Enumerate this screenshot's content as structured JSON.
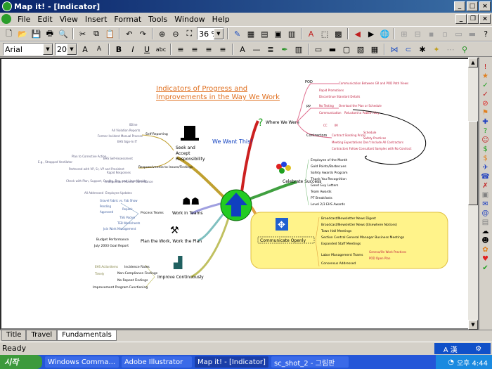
{
  "window": {
    "title": "Map it! - [Indicator]"
  },
  "menu": [
    "File",
    "Edit",
    "View",
    "Insert",
    "Format",
    "Tools",
    "Window",
    "Help"
  ],
  "toolbar": {
    "zoom": "36 %",
    "font": "Arial",
    "size": "20"
  },
  "map": {
    "title_line1": "Indicators of Progress and",
    "title_line2": "Improvements in the Way We Work",
    "center_label": "We Want This!",
    "branches": {
      "where": "Where We Were",
      "celebrate": "Celebrate Success",
      "communicate": "Communicate Openly",
      "seek": [
        "Seek and",
        "Accept",
        "Responsibility"
      ],
      "teams": "Work in Teams",
      "plan": "Plan the Work, Work the Plan",
      "improve": "Improve Continuously"
    },
    "where_subs": [
      "POD",
      "PP",
      "Contractors"
    ],
    "where_pod_items": [
      "Communication Between GR and POD Path Views"
    ],
    "where_pp_items": [
      "Rapid Promotions",
      "Discontinue Standard Details",
      "No Testing",
      "Overload the Plan or Schedule",
      "Communication",
      "Reluctant to Publish Way"
    ],
    "where_pp_tags": [
      "CC",
      "IM"
    ],
    "where_contractor_items": [
      "Contract Slashing Pricks",
      "Meeting Expectations Don't Include All Contractors",
      "Contractors Follow Consultant Samples with No Contract"
    ],
    "where_contractor_tags": [
      "Schedule",
      "Safety Practices"
    ],
    "celebrate_items": [
      "Employee of the Month",
      "Gold Points/Barbecues",
      "Safety Awards Program",
      "Thank You Recognition",
      "Good Guy Letters",
      "Team Awards",
      "PT Breakfasts",
      "Level 2/3 EHS Awards"
    ],
    "communicate_items": [
      "Broadcast/Newsletter News Digest",
      "Broadcast/Newsletter News (Elsewhere Notices)",
      "Town Hall Meetings",
      "Section Central General Manager Business Meetings",
      "Expanded Staff Meetings",
      "Labor Management Teams",
      "Consensus Addressed"
    ],
    "communicate_labor_tags": [
      "Geneva/On Work Practices",
      "POD Open Plan"
    ],
    "seek_subs": [
      "Self-Reporting",
      "Responsiveness to Issues/Findings"
    ],
    "seek_self_items": [
      "IDline",
      "All Violation Reports",
      "Former Incident Manual Process",
      "EHS Sign-In IT"
    ],
    "seek_resp_items": [
      "EHS Self-Assessment",
      "Rapid Responses",
      "Independent Monitor Surveillance",
      "Employee Updates"
    ],
    "seek_resp_left": [
      "Plan to Corrective Action",
      "E.g., Strapped Ventilator",
      "Partnered with VP, Sr, VP and President",
      "Check with Plan, Support, Quality, Bay, and Lines Weekly",
      "All Addressed"
    ],
    "teams_subs": [
      "Process Teams"
    ],
    "teams_left": [
      "Gravel Fabric vs. Fab Show",
      "Pending",
      "Approved",
      "Repack",
      "TSG Packer",
      "TEB Worksheets",
      "Join Work Management"
    ],
    "plan_subs": [
      "Budget Performance",
      "July 2003 Goal Report"
    ],
    "improve_subs": [
      "Incidence Rates",
      "Non-Compliance Findings",
      "No Repeat Findings",
      "Improvement Program Functioning"
    ],
    "improve_left": [
      "EHS Actionitems",
      "Timely"
    ]
  },
  "tabs": [
    "Title",
    "Travel",
    "Fundamentals"
  ],
  "status": "Ready",
  "ime": "A 漢",
  "taskbar": {
    "start": "시작",
    "tasks": [
      "Windows Comma...",
      "Adobe Illustrator",
      "Map it! - [Indicator]",
      "sc_shot_2 - 그림판"
    ],
    "clock": "오후 4:44"
  },
  "colors": {
    "pink_branch": "#e07090",
    "red_branch": "#cc2020",
    "yellow_box": "#fff38a",
    "center_green": "#22cc22",
    "center_blue": "#1040c0",
    "title_orange": "#e07020"
  }
}
